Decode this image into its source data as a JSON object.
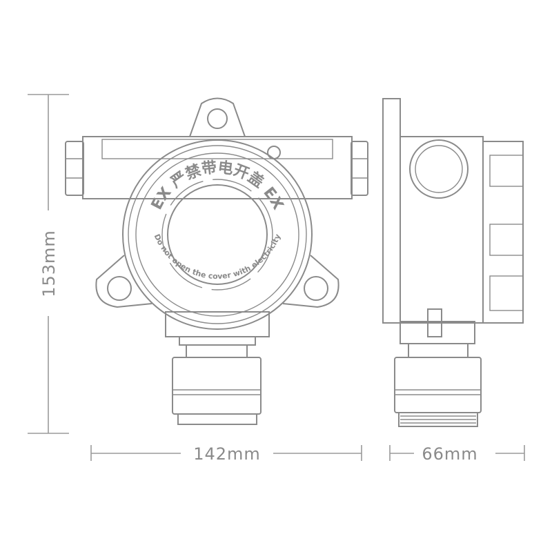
{
  "dimensions": {
    "height": "153mm",
    "front_width": "142mm",
    "side_width": "66mm"
  },
  "cover_text": {
    "warning_cn": "严禁带电开盖",
    "ex_left": "EX",
    "ex_right": "EX",
    "warning_en": "Do not open the cover with electricity"
  },
  "line_color": "#8a8a8a"
}
